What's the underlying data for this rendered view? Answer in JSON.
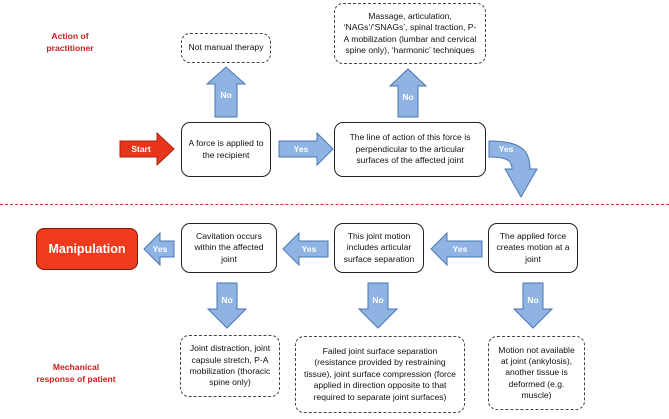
{
  "labels": {
    "practitioner": "Action of practitioner",
    "patient": "Mechanical response of patient"
  },
  "boxes": {
    "not_manual": "Not manual therapy",
    "massage": "Massage, articulation, ‘NAGs’/‘SNAGs’, spinal traction, P-A mobilization (lumbar and cervical spine only), ‘harmonic’ techniques",
    "force_applied": "A force is applied to the recipient",
    "line_of_action": "The line of action of this force is perpendicular to the articular surfaces of the affected joint",
    "cavitation": "Cavitation occurs within the affected joint",
    "joint_motion": "This joint motion includes articular surface separation",
    "creates_motion": "The applied force creates motion at a joint",
    "distraction": "Joint distraction, joint capsule stretch, P-A mobilization (thoracic spine only)",
    "failed": "Failed joint surface separation (resistance provided by restraining tissue), joint surface compression (force applied in direction opposite to that required to separate joint surfaces)",
    "not_available": "Motion not available at joint (ankylosis), another tissue is deformed (e.g. muscle)"
  },
  "start": "Start",
  "manipulation": "Manipulation",
  "arrow_labels": {
    "yes": "Yes",
    "no": "No"
  },
  "colors": {
    "arrow_fill": "#8fb4e3",
    "arrow_stroke": "#4a76b0",
    "start_fill": "#e8351c",
    "manipulation_fill": "#ef3a1e",
    "label_red": "#d01c1c"
  }
}
